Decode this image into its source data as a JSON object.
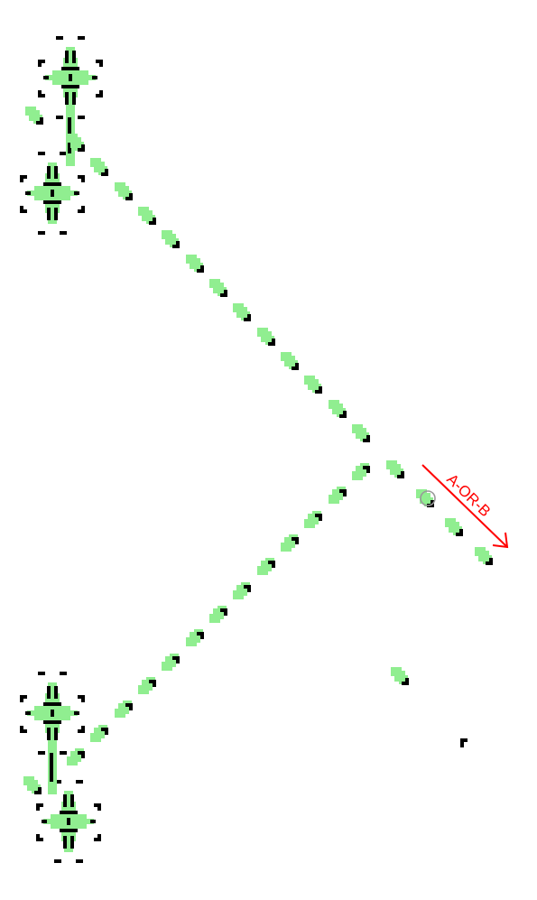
{
  "diagram": {
    "output_label": "A-OR-B",
    "colors": {
      "background": "#ffffff",
      "live_cell": "#000000",
      "trail": "#90ee90",
      "annotation": "#ff0000",
      "marker_ring": "#999999"
    },
    "components": [
      "glider-gun-upper",
      "glider-gun-lower",
      "glider-stream-a",
      "glider-stream-b",
      "output-stream",
      "stray-glider",
      "stray-cell",
      "collision-marker",
      "output-arrow"
    ]
  }
}
